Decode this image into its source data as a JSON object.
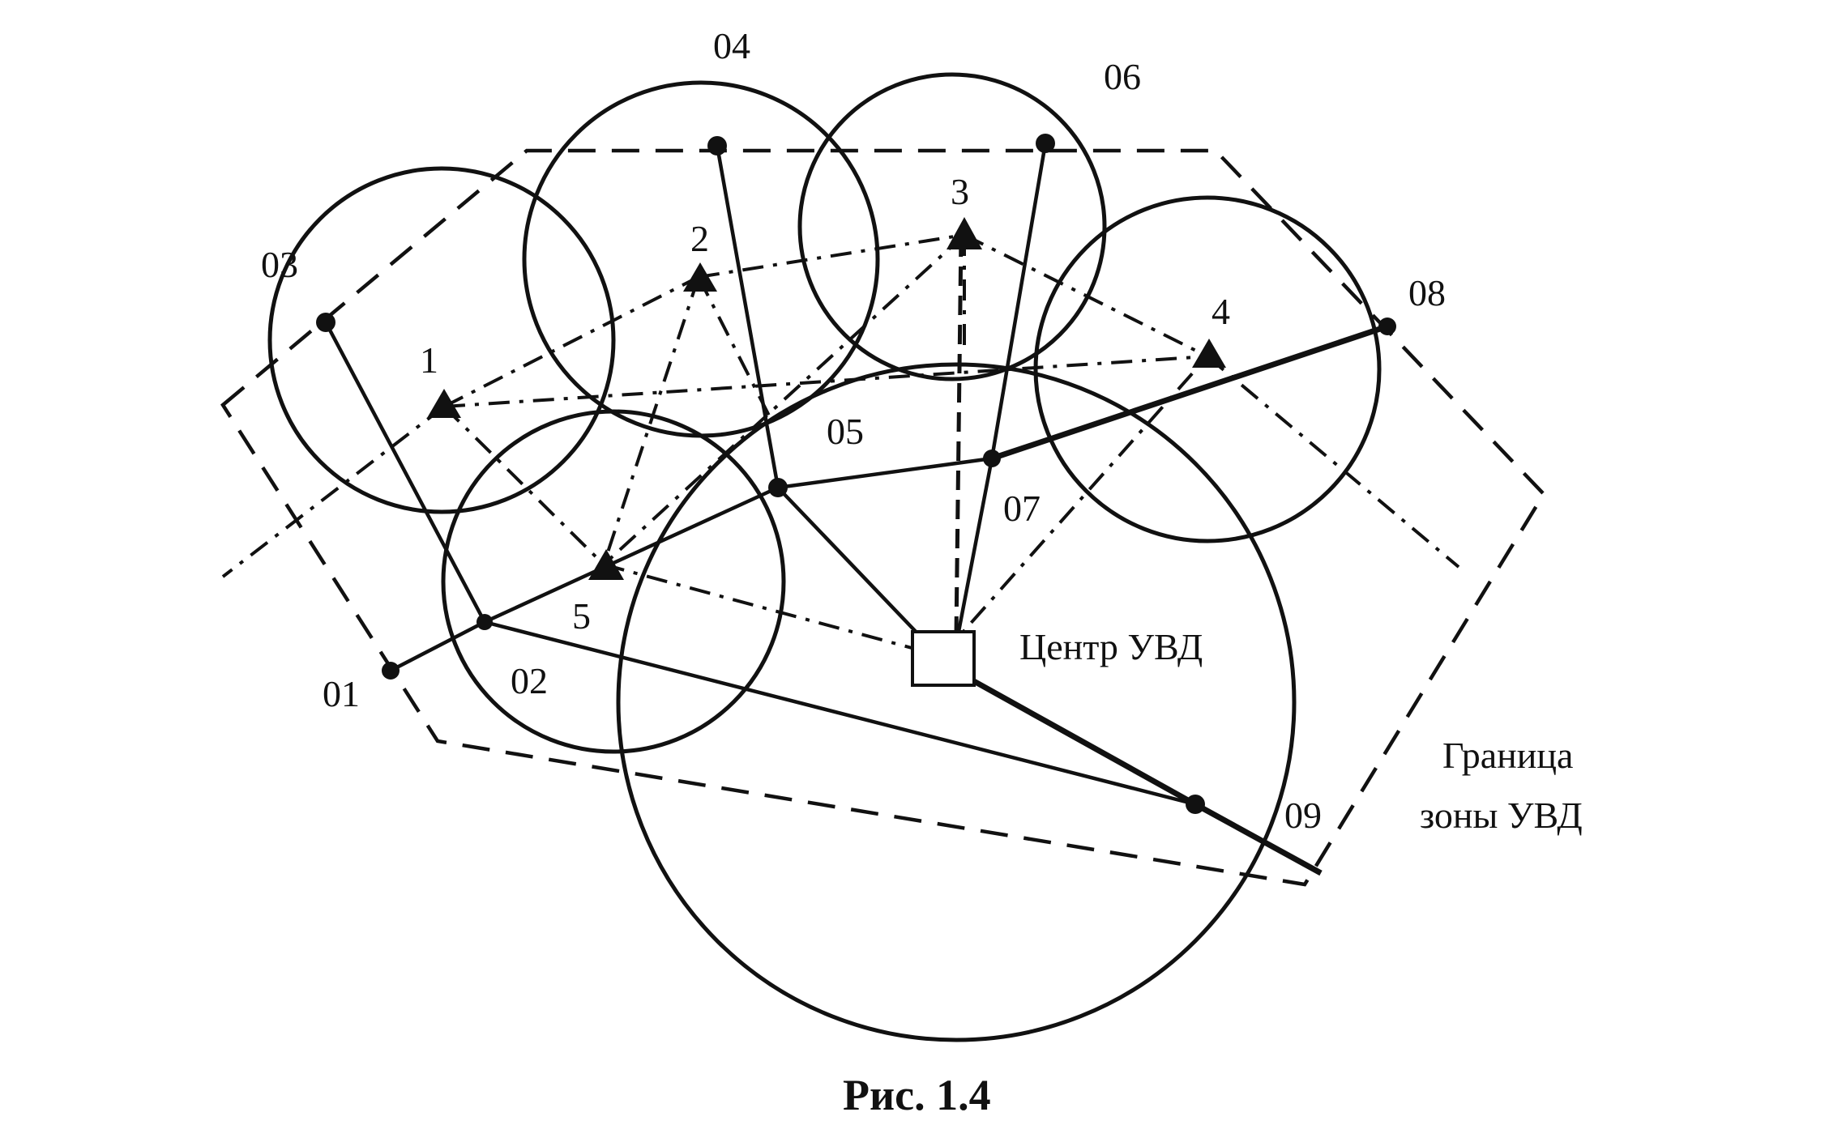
{
  "nodes": {
    "n01": "01",
    "n02": "02",
    "n03": "03",
    "n04": "04",
    "n05": "05",
    "n06": "06",
    "n07": "07",
    "n08": "08",
    "n09": "09"
  },
  "stations": {
    "s1": "1",
    "s2": "2",
    "s3": "3",
    "s4": "4",
    "s5": "5"
  },
  "center": {
    "line1": "Центр УВД"
  },
  "zone": {
    "line1": "Граница",
    "line2": "зоны УВД"
  },
  "caption": "Рис. 1.4"
}
